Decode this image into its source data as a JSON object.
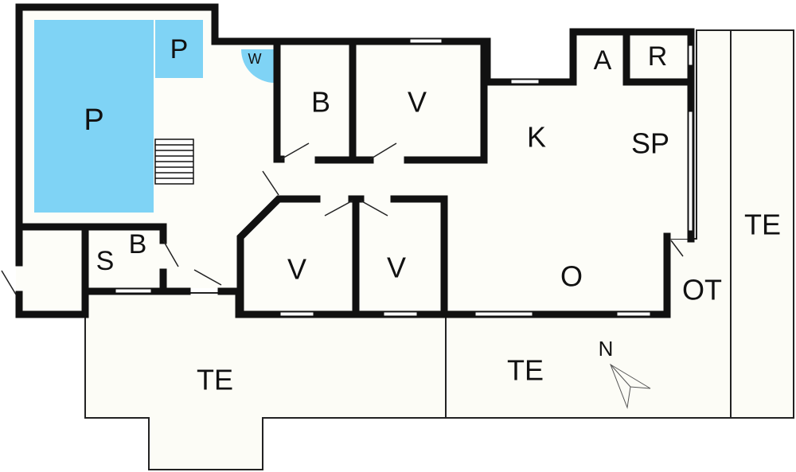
{
  "colors": {
    "wall": "#111111",
    "floor": "#fdfdf8",
    "pool": "#7fd3f5",
    "window": "#ffffff"
  },
  "rooms": [
    {
      "id": "pool-main",
      "label": "P",
      "size": 38
    },
    {
      "id": "pool-small",
      "label": "P",
      "size": 34
    },
    {
      "id": "whirlpool",
      "label": "W",
      "size": 18
    },
    {
      "id": "bathroom-upper",
      "label": "B",
      "size": 36
    },
    {
      "id": "bedroom-upper",
      "label": "V",
      "size": 36
    },
    {
      "id": "kitchen",
      "label": "K",
      "size": 36
    },
    {
      "id": "utility-a",
      "label": "A",
      "size": 34
    },
    {
      "id": "utility-r",
      "label": "R",
      "size": 34
    },
    {
      "id": "dining",
      "label": "SP",
      "size": 36
    },
    {
      "id": "terrace-right",
      "label": "TE",
      "size": 36
    },
    {
      "id": "sauna",
      "label": "S",
      "size": 34
    },
    {
      "id": "bathroom-lower",
      "label": "B",
      "size": 34
    },
    {
      "id": "bedroom-lower-left",
      "label": "V",
      "size": 36
    },
    {
      "id": "bedroom-lower-right",
      "label": "V",
      "size": 36
    },
    {
      "id": "living",
      "label": "O",
      "size": 36
    },
    {
      "id": "covered-terrace",
      "label": "OT",
      "size": 36
    },
    {
      "id": "terrace-bottom-left",
      "label": "TE",
      "size": 36
    },
    {
      "id": "terrace-bottom-middle",
      "label": "TE",
      "size": 36
    }
  ],
  "compass": {
    "label": "N",
    "icon": "north-arrow-icon"
  }
}
